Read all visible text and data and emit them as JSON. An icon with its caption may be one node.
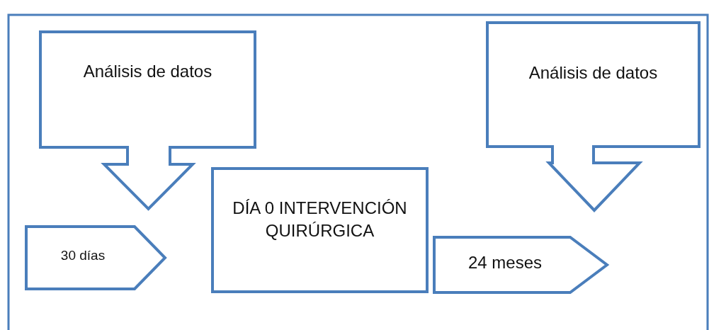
{
  "diagram": {
    "nodes": [
      {
        "text": [
          "Análisis de datos"
        ]
      },
      {
        "text": [
          "Análisis de datos"
        ]
      },
      {
        "text": [
          "30 días"
        ]
      },
      {
        "text": [
          "DÍA 0 INTERVENCIÓN QUIRÚRGICA"
        ]
      },
      {
        "text": [
          "24 meses"
        ]
      }
    ]
  }
}
